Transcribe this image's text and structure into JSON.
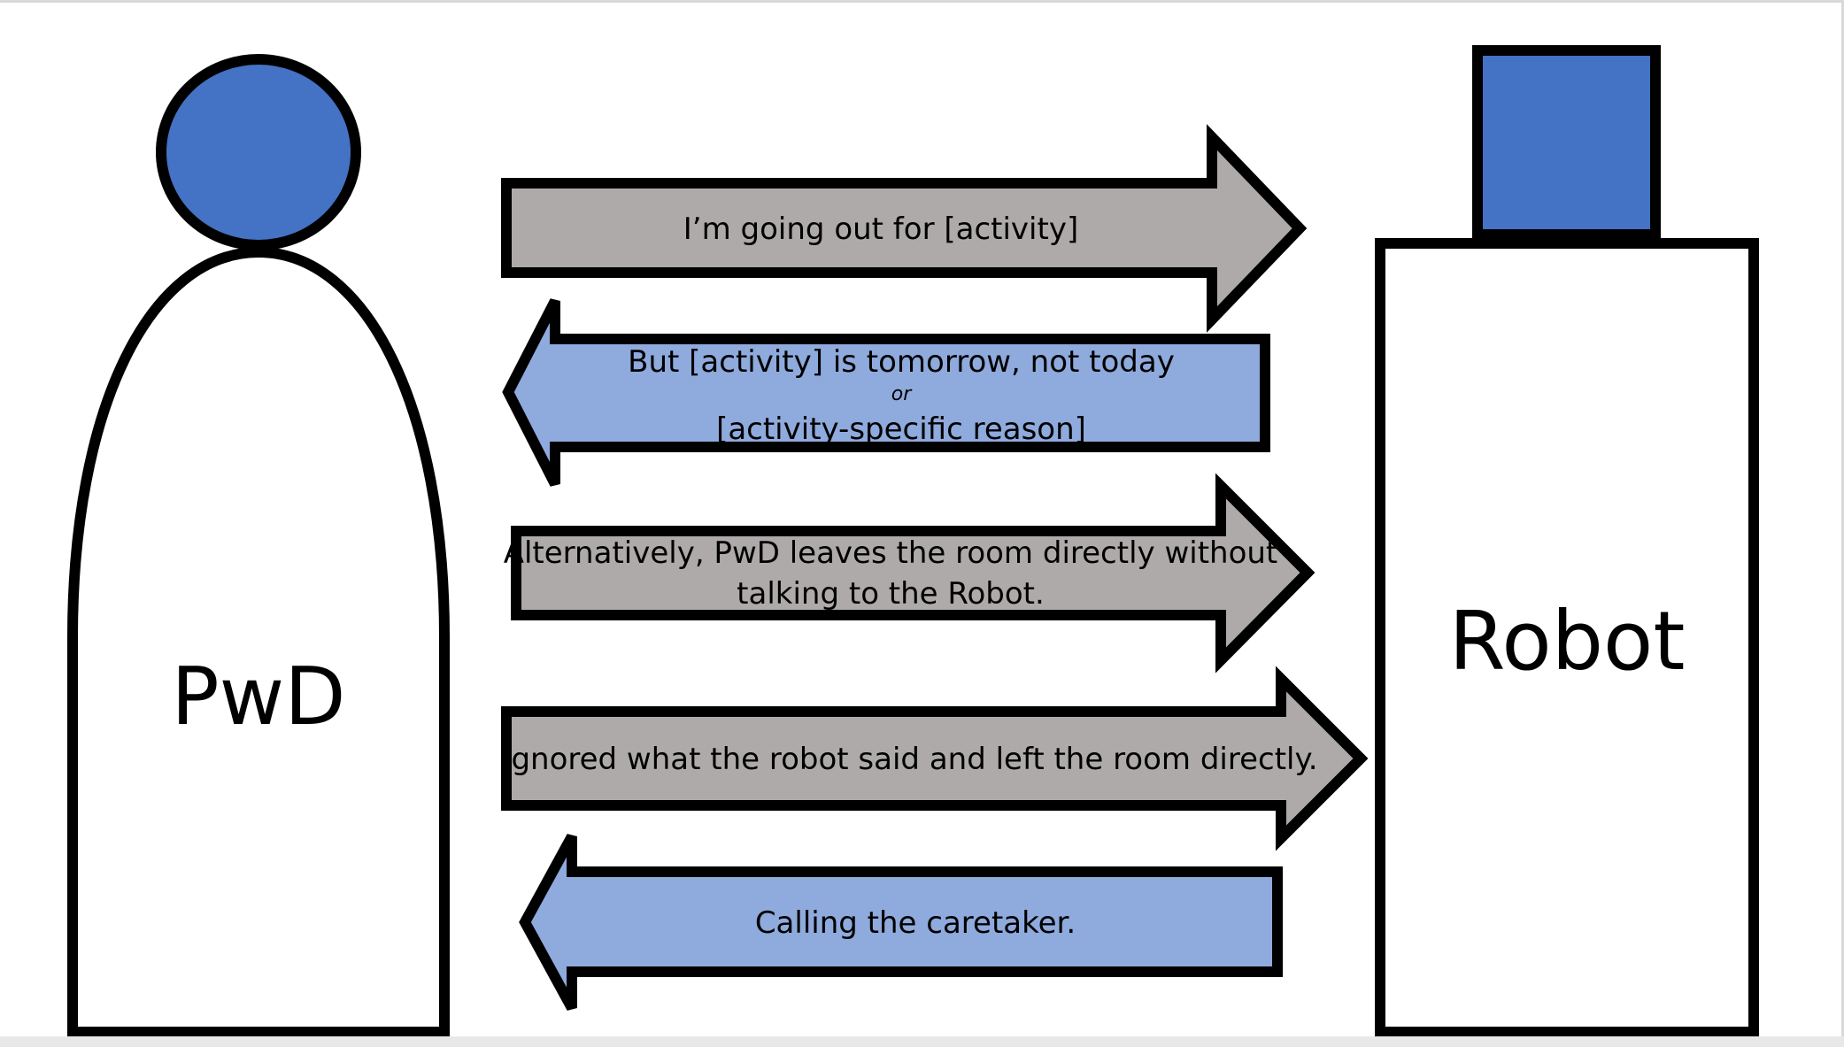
{
  "actors": {
    "person": {
      "label": "PwD"
    },
    "robot": {
      "label": "Robot"
    }
  },
  "messages": {
    "m1": {
      "text": "I’m going out for [activity]"
    },
    "m2": {
      "line1": "But [activity] is tomorrow, not today",
      "or": "or",
      "line2": "[activity-specific reason]"
    },
    "m3": {
      "line1": "Alternatively, PwD leaves the room directly without",
      "line2": "talking to the Robot."
    },
    "m4": {
      "text": "Ignored what the robot said and left the room directly."
    },
    "m5": {
      "text": "Calling the caretaker."
    }
  },
  "colors": {
    "head_fill": "#4472c4",
    "to_robot_arrow": "#aeaaaa",
    "to_person_arrow": "#8faadc",
    "outline": "#000000",
    "body_fill": "#ffffff"
  }
}
